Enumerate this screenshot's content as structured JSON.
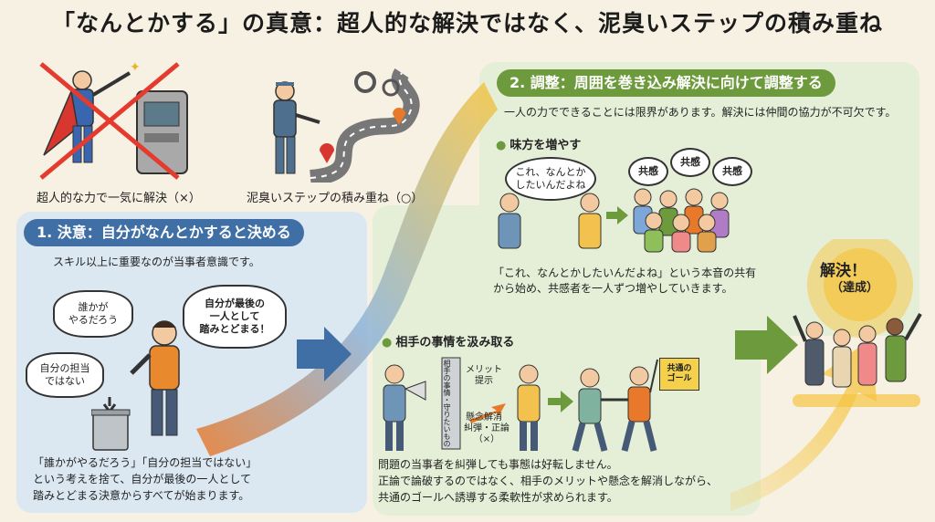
{
  "title": "「なんとかする」の真意：超人的な解決ではなく、泥臭いステップの積み重ね",
  "top_left": {
    "caption_bad": "超人的な力で一気に解決（×）",
    "caption_good": "泥臭いステップの積み重ね（○）"
  },
  "step1": {
    "header": "1. 決意：自分がなんとかすると決める",
    "lead": "スキル以上に重要なのが当事者意識です。",
    "bubble_a": "誰かが\nやるだろう",
    "bubble_b": "自分の担当\nではない",
    "bubble_c": "自分が最後の\n一人として\n踏みとどまる！",
    "body_1": "「誰かがやるだろう」「自分の担当ではない」",
    "body_2": "という考えを捨て、自分が最後の一人として",
    "body_3": "踏みとどまる決意からすべてが始まります。"
  },
  "step2": {
    "header": "2. 調整：周囲を巻き込み解決に向けて調整する",
    "lead": "一人の力でできることには限界があります。解決には仲間の協力が不可欠です。",
    "allies": {
      "title": "味方を増やす",
      "speech": "これ、なんとか\nしたいんだよね",
      "kyokan": [
        "共感",
        "共感",
        "共感"
      ],
      "desc_1": "「これ、なんとかしたいんだよね」という本音の共有",
      "desc_2": "から始め、共感者を一人ずつ増やしていきます。"
    },
    "empathy": {
      "title": "相手の事情を汲み取る",
      "wall_label": "相手の事情・守りたいもの",
      "merit": "メリット\n提示",
      "worry": "懸念解消",
      "blame": "糾弾・正論\n（×）",
      "flag": "共通の\nゴール",
      "desc_1": "問題の当事者を糾弾しても事態は好転しません。",
      "desc_2": "正論で論破するのではなく、相手のメリットや懸念を解消しながら、",
      "desc_3": "共通のゴールへ誘導する柔軟性が求められます。"
    }
  },
  "result": {
    "label": "解決！",
    "sub": "（達成）"
  },
  "colors": {
    "blue": "#3f6fa5",
    "green": "#6e9a3e",
    "orange": "#e8792a",
    "yellow": "#f5c542"
  }
}
